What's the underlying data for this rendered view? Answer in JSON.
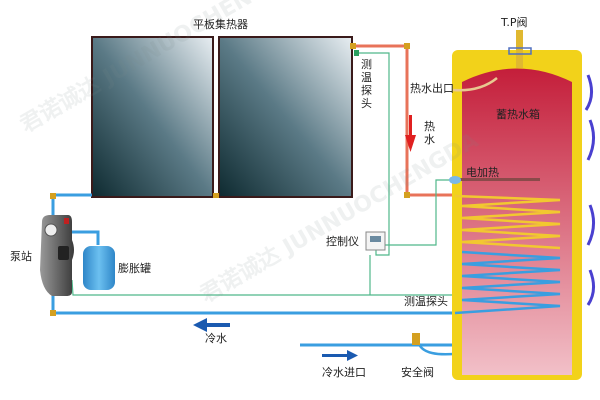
{
  "title": "平板集热器",
  "labels": {
    "tp_valve": "T.P阀",
    "temp_probe_top": "测温探头",
    "hot_water_outlet": "热水出口",
    "hot_water": "热水",
    "storage_tank": "蓄热水箱",
    "electric_heater": "电加热",
    "controller": "控制仪",
    "temp_probe_bottom": "测温探头",
    "cold_water": "冷水",
    "cold_water_inlet": "冷水进口",
    "safety_valve": "安全阀",
    "pump_station": "泵站",
    "expansion_tank": "膨胀罐"
  },
  "watermark": "君诺诚达 JUNNUOCHENGDA",
  "colors": {
    "hot": "#e8735a",
    "cold": "#3a9ee0",
    "sensor": "#4fb88a",
    "tank_shell": "#f2d21a",
    "tank_inner": "#c8324a"
  }
}
